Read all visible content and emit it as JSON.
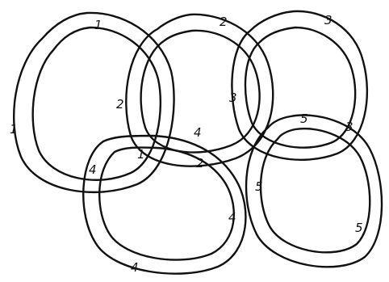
{
  "diagram": {
    "rings": [
      {
        "id": "1",
        "labels": [
          "1",
          "1",
          "1"
        ]
      },
      {
        "id": "2",
        "labels": [
          "2",
          "2",
          "2"
        ]
      },
      {
        "id": "3",
        "labels": [
          "3",
          "3",
          "3"
        ]
      },
      {
        "id": "4",
        "labels": [
          "4",
          "4",
          "4",
          "4"
        ]
      },
      {
        "id": "5",
        "labels": [
          "5",
          "5",
          "5"
        ]
      }
    ],
    "colors": {
      "ink": "#111111",
      "background": "#ffffff"
    }
  }
}
